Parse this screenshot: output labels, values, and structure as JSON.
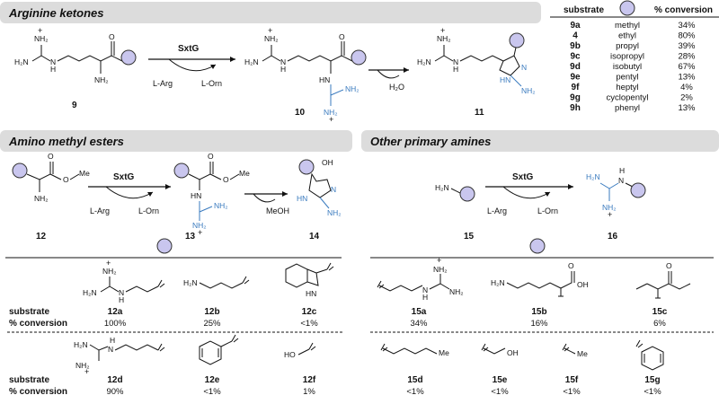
{
  "sections": {
    "arginine": "Arginine ketones",
    "amino_esters": "Amino methyl esters",
    "amines": "Other primary amines"
  },
  "reaction": {
    "enzyme": "SxtG",
    "cosub_in": "L-Arg",
    "cosub_out": "L-Orn",
    "water": "H₂O",
    "methanol": "MeOH"
  },
  "compounds": {
    "c9": "9",
    "c10": "10",
    "c11": "11",
    "c12": "12",
    "c13": "13",
    "c14": "14",
    "c15": "15",
    "c16": "16"
  },
  "table": {
    "header_substrate": "substrate",
    "header_conversion": "% conversion",
    "rows": [
      {
        "id": "9a",
        "name": "methyl",
        "conv": "34%"
      },
      {
        "id": "4",
        "name": "ethyl",
        "conv": "80%"
      },
      {
        "id": "9b",
        "name": "propyl",
        "conv": "39%"
      },
      {
        "id": "9c",
        "name": "isopropyl",
        "conv": "28%"
      },
      {
        "id": "9d",
        "name": "isobutyl",
        "conv": "67%"
      },
      {
        "id": "9e",
        "name": "pentyl",
        "conv": "13%"
      },
      {
        "id": "9f",
        "name": "heptyl",
        "conv": "4%"
      },
      {
        "id": "9g",
        "name": "cyclopentyl",
        "conv": "2%"
      },
      {
        "id": "9h",
        "name": "phenyl",
        "conv": "13%"
      }
    ]
  },
  "left_results": {
    "row_label": "substrate",
    "conv_label": "% conversion",
    "row1": [
      {
        "id": "12a",
        "conv": "100%"
      },
      {
        "id": "12b",
        "conv": "25%"
      },
      {
        "id": "12c",
        "conv": "<1%"
      }
    ],
    "row2": [
      {
        "id": "12d",
        "conv": "90%"
      },
      {
        "id": "12e",
        "conv": "<1%"
      },
      {
        "id": "12f",
        "conv": "1%"
      }
    ]
  },
  "right_results": {
    "row1": [
      {
        "id": "15a",
        "conv": "34%"
      },
      {
        "id": "15b",
        "conv": "16%"
      },
      {
        "id": "15c",
        "conv": "6%"
      }
    ],
    "row2": [
      {
        "id": "15d",
        "conv": "<1%"
      },
      {
        "id": "15e",
        "conv": "<1%"
      },
      {
        "id": "15f",
        "conv": "<1%"
      },
      {
        "id": "15g",
        "conv": "<1%"
      }
    ]
  },
  "atoms": {
    "NH2": "NH₂",
    "NH": "NH",
    "H2N": "H₂N",
    "N": "N",
    "H": "H",
    "O": "O",
    "OH": "OH",
    "OMe": "Me",
    "HN": "HN",
    "Me": "Me",
    "HO": "HO",
    "plus": "+",
    "NH2plus": "NH₂"
  },
  "colors": {
    "header_bg": "#dcdcdc",
    "circle_fill": "#c9c6ee",
    "circle_stroke": "#333",
    "blue": "#3a7bbf"
  }
}
